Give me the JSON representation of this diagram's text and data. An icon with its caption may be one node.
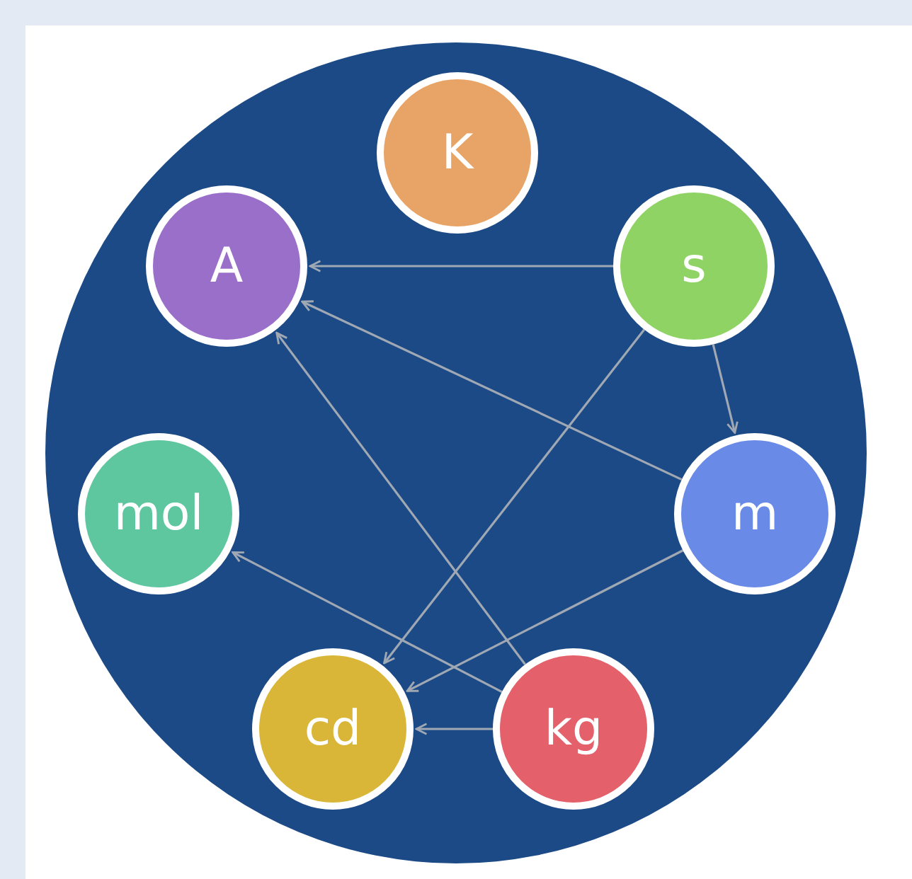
{
  "diagram": {
    "nodes": [
      {
        "text": [],
        "shape": "circle"
      },
      {
        "text": [
          "K"
        ],
        "in": 0
      },
      {
        "text": [
          "A"
        ],
        "in": 0
      },
      {
        "text": [
          "s"
        ],
        "in": 0
      },
      {
        "text": [
          "mol"
        ],
        "in": 0
      },
      {
        "text": [
          "m"
        ],
        "in": 0
      },
      {
        "text": [
          "cd"
        ],
        "in": 0
      },
      {
        "text": [
          "kg"
        ],
        "in": 0
      }
    ],
    "edges": [
      {
        "from": 3,
        "to": 2,
        "arrow": "to"
      },
      {
        "from": 3,
        "to": 5,
        "arrow": "to"
      },
      {
        "from": 3,
        "to": 6,
        "arrow": "to"
      },
      {
        "from": 5,
        "to": 2,
        "arrow": "to"
      },
      {
        "from": 5,
        "to": 6,
        "arrow": "to"
      },
      {
        "from": 7,
        "to": 2,
        "arrow": "to"
      },
      {
        "from": 7,
        "to": 4,
        "arrow": "to"
      },
      {
        "from": 7,
        "to": 6,
        "arrow": "to"
      }
    ]
  }
}
